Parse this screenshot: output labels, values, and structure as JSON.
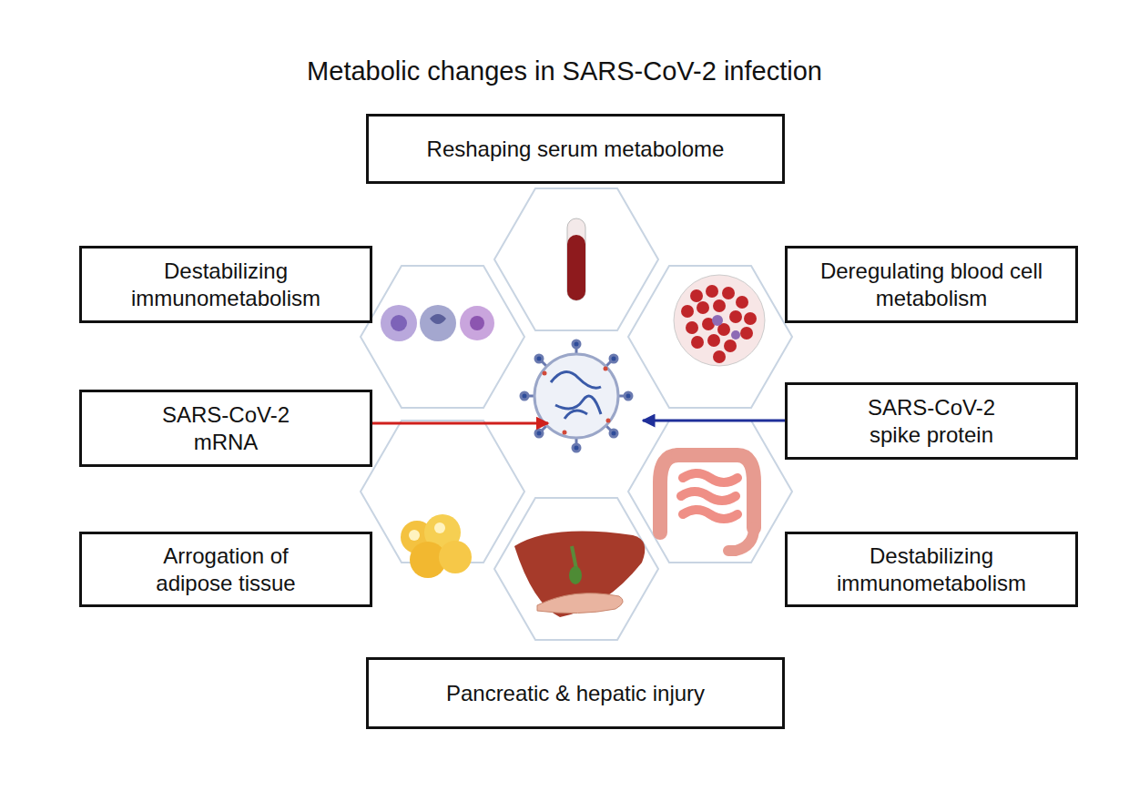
{
  "diagram": {
    "title": "Metabolic changes in SARS-CoV-2 infection",
    "nodes": [
      {
        "text": [
          "Reshaping serum metabolome"
        ]
      },
      {
        "text": [
          "Destabilizing immunometabolism"
        ]
      },
      {
        "text": [
          "Deregulating blood cell metabolism"
        ]
      },
      {
        "text": [
          "SARS-CoV-2 mRNA"
        ]
      },
      {
        "text": [
          "SARS-CoV-2 spike protein"
        ]
      },
      {
        "text": [
          "Arrogation of adipose tissue"
        ]
      },
      {
        "text": [
          "Destabilizing immunometabolism"
        ]
      },
      {
        "text": [
          "Pancreatic & hepatic injury"
        ]
      }
    ]
  }
}
